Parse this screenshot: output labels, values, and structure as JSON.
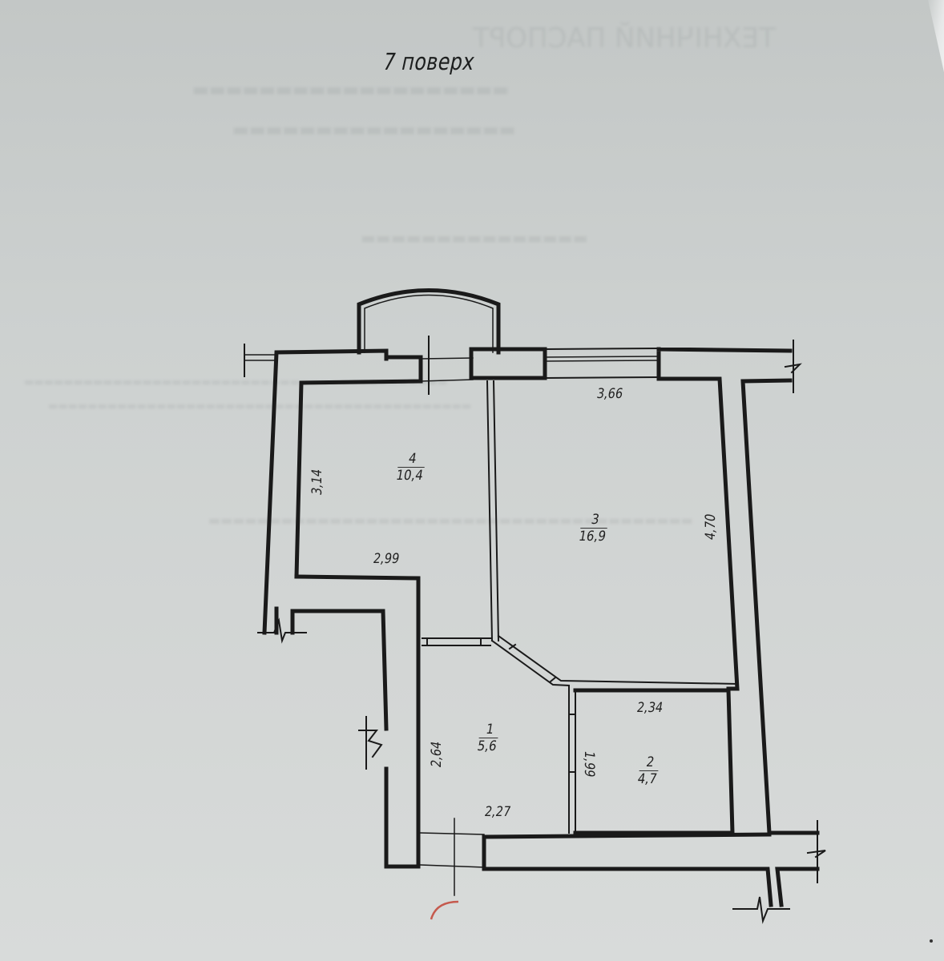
{
  "document": {
    "title": "7 поверх",
    "type": "floor-plan"
  },
  "rooms": [
    {
      "number": "1",
      "area": "5,6"
    },
    {
      "number": "2",
      "area": "4,7"
    },
    {
      "number": "3",
      "area": "16,9"
    },
    {
      "number": "4",
      "area": "10,4"
    }
  ],
  "dimensions": {
    "room4_width": "2,99",
    "room4_length": "3,14",
    "room3_width": "3,66",
    "room3_length": "4,70",
    "room1_width": "2,27",
    "room1_length": "2,64",
    "room2_width": "2,34",
    "room2_length": "1,99"
  },
  "colors": {
    "paper": "#cdd1d0",
    "ink": "#1a1a1a",
    "pen_mark": "#c0392b"
  }
}
